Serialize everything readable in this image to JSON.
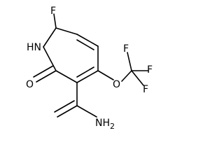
{
  "molecule": {
    "atoms": {
      "F_ring": "F",
      "NH": "HN",
      "O_keto": "O",
      "O_ether": "O",
      "F_a": "F",
      "F_b": "F",
      "F_c": "F",
      "NH2": "NH2"
    },
    "colors": {
      "bond": "#000000",
      "label": "#000000",
      "background": "#ffffff"
    }
  }
}
